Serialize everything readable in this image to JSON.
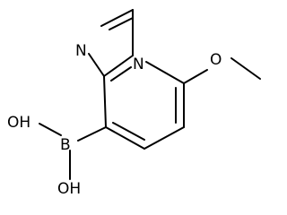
{
  "molecule": {
    "atoms": {
      "ring_nitrogen": "N",
      "bridge_nitrogen": "N",
      "methoxy_oxygen": "O",
      "boron": "B",
      "hydroxyl_top": "OH",
      "hydroxyl_bottom": "OH"
    }
  },
  "colors": {
    "bond": "#000000",
    "label": "#000000",
    "background": "#ffffff"
  }
}
